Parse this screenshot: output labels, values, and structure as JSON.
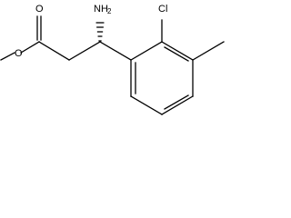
{
  "molecule": {
    "labels": {
      "ester_carbonyl_oxygen": "O",
      "ester_single_oxygen": "O",
      "amine_prefix": "NH",
      "amine_subscript": "2",
      "chlorine": "Cl"
    },
    "colors": {
      "bonds": "#000000",
      "text": "#000000",
      "background": "#ffffff"
    }
  }
}
